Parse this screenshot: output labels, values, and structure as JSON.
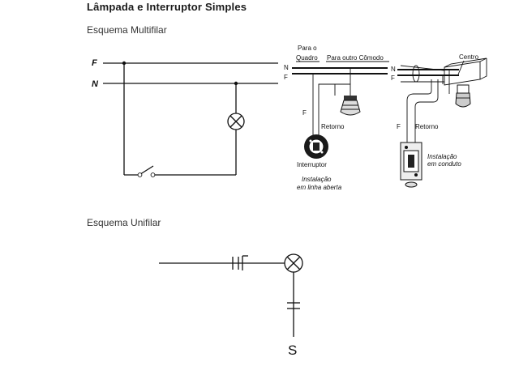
{
  "page": {
    "title": "Lâmpada e Interruptor Simples"
  },
  "multifilar": {
    "heading": "Esquema Multifilar",
    "phase_label": "F",
    "neutral_label": "N"
  },
  "illustration": {
    "para_o": "Para o",
    "quadro": "Quadro",
    "para_outro_comodo": "Para outro Cômodo",
    "n_left": "N",
    "f_left": "F",
    "f_vertical_left": "F",
    "retorno_left": "Retorno",
    "interruptor": "Interruptor",
    "instalacao_aberta_1": "Instalação",
    "instalacao_aberta_2": "em linha aberta",
    "centro": "Centro",
    "n_right": "N",
    "f_right": "F",
    "f_vertical_right": "F",
    "retorno_right": "Retorno",
    "instalacao_conduto_1": "Instalação",
    "instalacao_conduto_2": "em conduto"
  },
  "unifilar": {
    "heading": "Esquema Unifilar",
    "switch_symbol": "S"
  }
}
